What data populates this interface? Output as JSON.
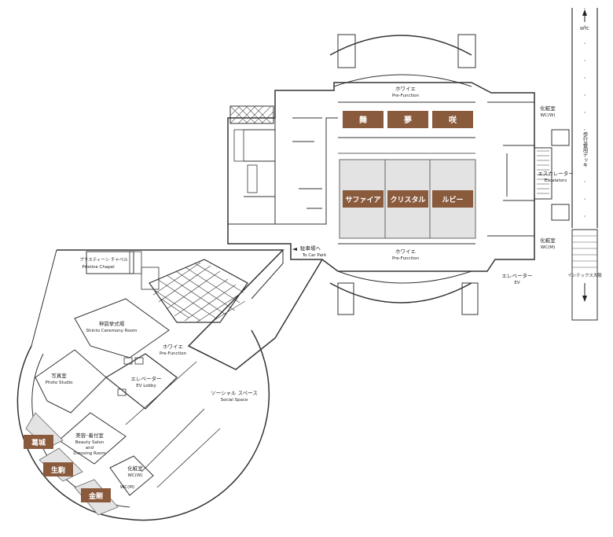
{
  "colors": {
    "hall_label_bg": "#8a5a3c",
    "hall_fill": "#e3e3e3",
    "wall": "#333333",
    "background": "#ffffff"
  },
  "halls_upper": [
    "舞",
    "夢",
    "咲"
  ],
  "halls_lower": [
    "サファイア",
    "クリスタル",
    "ルビー"
  ],
  "rooms_west": [
    "葛城",
    "生駒",
    "金剛"
  ],
  "labels": {
    "foyer_top_jp": "ホワイエ",
    "foyer_top_en": "Pre-Function",
    "foyer_mid_jp": "ホワイエ",
    "foyer_mid_en": "Pre-Function",
    "foyer_west_jp": "ホワイエ",
    "foyer_west_en": "Pre-Function",
    "car_park_jp": "駐車場へ",
    "car_park_en": "To Car Park",
    "restroom_w_jp": "化粧室",
    "restroom_w_en": "WC(W)",
    "escalator_jp": "エスカレーター",
    "escalator_en": "Escalators",
    "restroom_m_jp": "化粧室",
    "restroom_m_en": "WC(M)",
    "elevator_jp": "エレベーター",
    "elevator_en": "EV",
    "wtc": "WTC",
    "pedestrian_deck": "歩行者用デッキ",
    "intex": "インテックス大阪",
    "chapel_jp": "プリスティーン チャペル",
    "chapel_en": "Pristine Chapel",
    "shinto_jp": "神前挙式場",
    "shinto_en": "Shinto Ceremony Room",
    "photo_jp": "写真室",
    "photo_en": "Photo Studio",
    "ev_lobby_jp": "エレベーター",
    "ev_lobby_en": "EV Lobby",
    "social_jp": "ソーシャル スペース",
    "social_en": "Social Space",
    "beauty_jp": "美容･着付室",
    "beauty_en1": "Beauty Salon",
    "beauty_en2": "and",
    "beauty_en3": "Dressing Room",
    "wc_w2_jp": "化粧室",
    "wc_w2_en": "WC(W)",
    "wc_m2_en": "WC(M)"
  }
}
